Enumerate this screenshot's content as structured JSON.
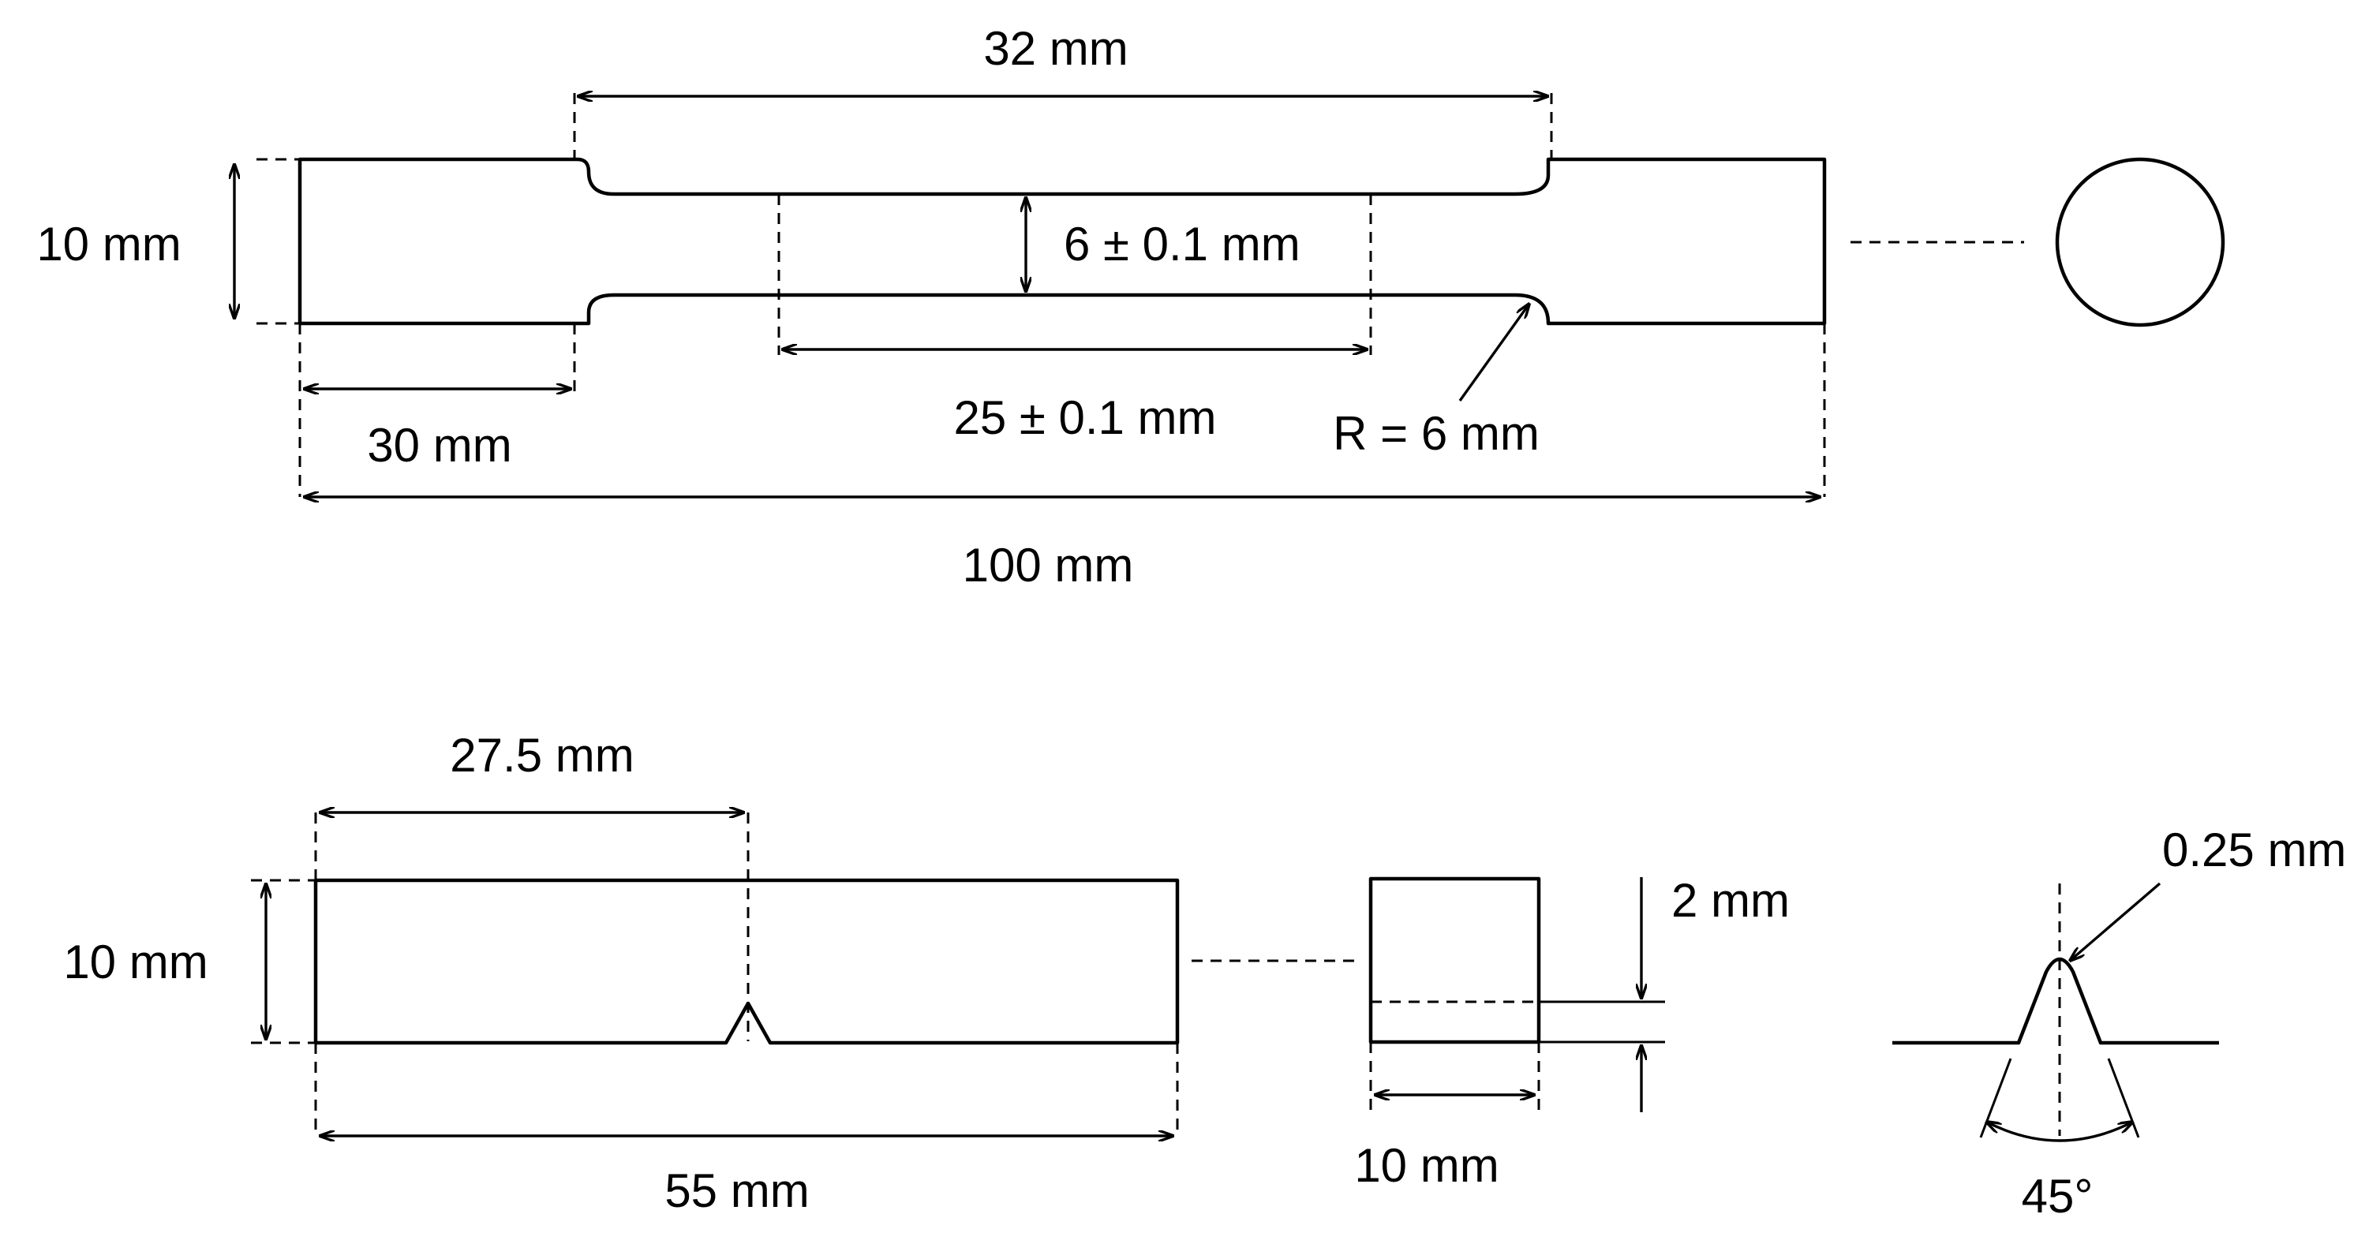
{
  "tensile_specimen": {
    "labels": {
      "reduced_length": "32 mm",
      "width": "10 mm",
      "gauge_diameter": "6 ± 0.1 mm",
      "gauge_length": "25 ± 0.1 mm",
      "radius": "R = 6 mm",
      "grip_length": "30 mm",
      "total_length": "100 mm"
    }
  },
  "charpy_specimen": {
    "labels": {
      "notch_position": "27.5 mm",
      "height": "10 mm",
      "length": "55 mm",
      "notch_depth": "2 mm",
      "width": "10 mm",
      "notch_root_radius": "0.25 mm",
      "notch_angle": "45°"
    }
  }
}
